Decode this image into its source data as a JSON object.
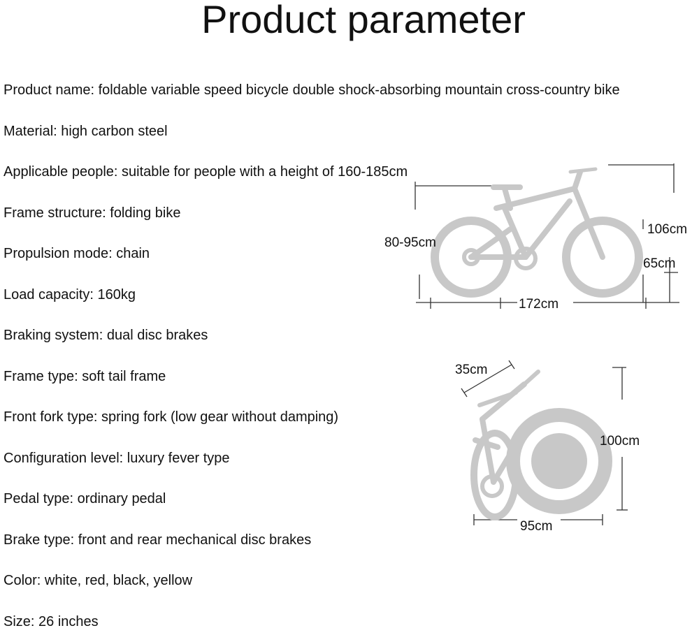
{
  "title": "Product parameter",
  "parameters": [
    "Product name: foldable variable speed bicycle double shock-absorbing mountain cross-country bike",
    "Material: high carbon steel",
    "Applicable people: suitable for people with a height of 160-185cm",
    "Frame structure: folding bike",
    "Propulsion mode: chain",
    "Load capacity: 160kg",
    "Braking system: dual disc brakes",
    "Frame type: soft tail frame",
    "Front fork type: spring fork (low gear without damping)",
    "Configuration level: luxury fever type",
    "Pedal type: ordinary pedal",
    "Brake type: front and rear mechanical disc brakes",
    "Color: white, red, black, yellow",
    "Size: 26 inches"
  ],
  "unfolded_diagram": {
    "seat_height": "80-95cm",
    "total_height": "106cm",
    "wheel_height": "65cm",
    "length": "172cm"
  },
  "folded_diagram": {
    "depth": "35cm",
    "height": "100cm",
    "width": "95cm"
  },
  "colors": {
    "bike_gray": "#c8c8c8",
    "line_dark": "#333333"
  }
}
